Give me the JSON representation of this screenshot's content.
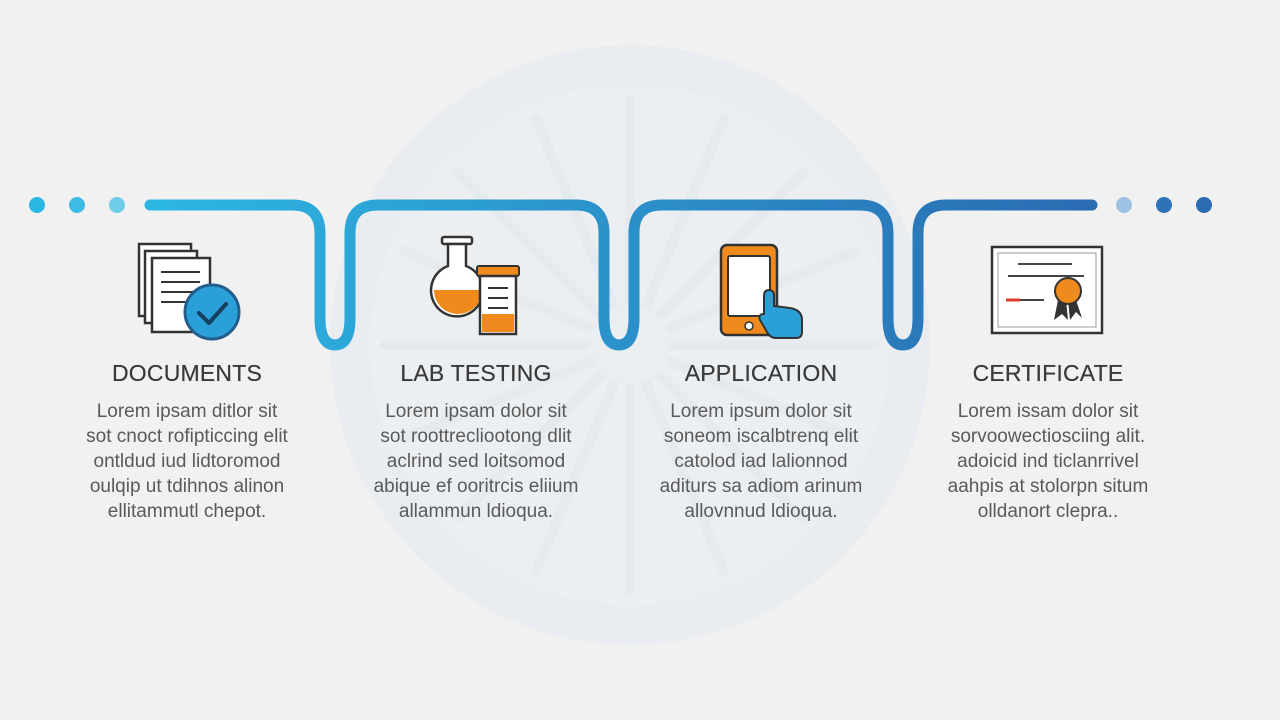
{
  "colors": {
    "background": "#f1f1f1",
    "line_start": "#2cb7e3",
    "line_end": "#2a6bb2",
    "watermark": "#e2e8ef",
    "accent_orange": "#f08a1c",
    "text_dark": "#3a3a3a",
    "text_body": "#5a5a5a"
  },
  "decor": {
    "left_dots": [
      "#2cb7e3",
      "#3bbbe5",
      "#6fcbea"
    ],
    "right_dots": [
      "#9cc3e4",
      "#2e73b8",
      "#2a6bb2"
    ]
  },
  "steps": [
    {
      "icon": "documents-check-icon",
      "title": "DOCUMENTS",
      "lines": [
        "Lorem ipsam ditlor sit",
        "sot cnoct rofipticcing elit",
        "ontldud iud lidtoromod",
        "oulqip ut tdihnos alinon",
        "ellitammutl chepot."
      ]
    },
    {
      "icon": "lab-flask-icon",
      "title": "LAB TESTING",
      "lines": [
        "Lorem ipsam dolor sit",
        "sot roottrecliootong dlit",
        "aclrind sed loitsomod",
        "abique ef ooritrcis eliium",
        "allammun ldioqua."
      ]
    },
    {
      "icon": "tablet-hand-icon",
      "title": "APPLICATION",
      "lines": [
        "Lorem ipsum dolor sit",
        "soneom iscalbtrenq elit",
        "catolod iad lalionnod",
        "aditurs sa adiom arinum",
        "allovnnud ldioqua."
      ]
    },
    {
      "icon": "certificate-icon",
      "title": "CERTIFICATE",
      "lines": [
        "Lorem issam dolor sit",
        "sorvoowectiosciing alit.",
        "adoicid ind ticlanrrivel",
        "aahpis at stolorpn situm",
        "olldanort clepra.."
      ]
    }
  ]
}
